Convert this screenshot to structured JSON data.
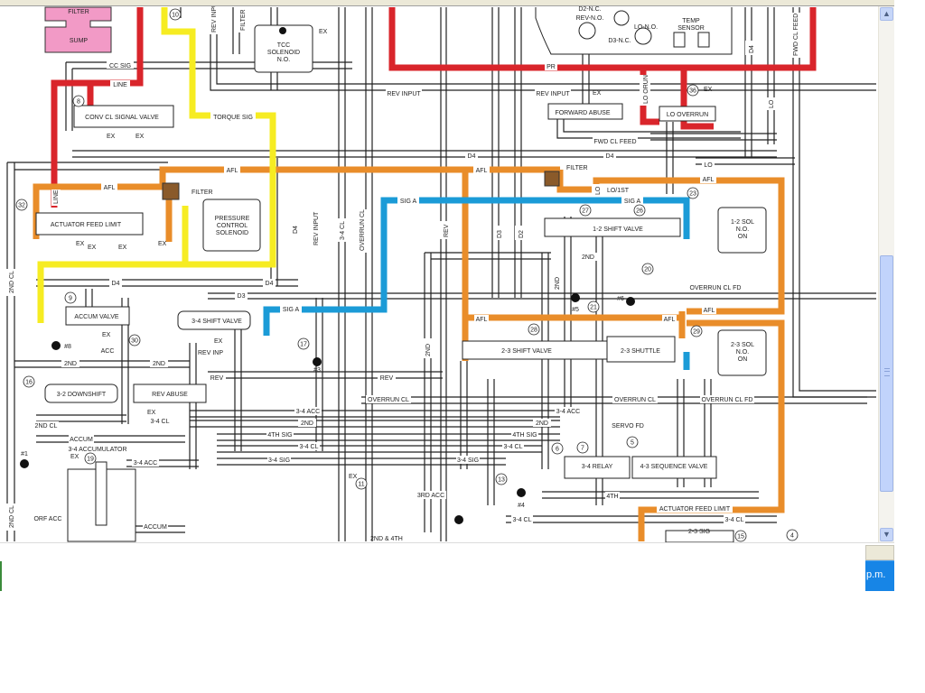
{
  "diagram": {
    "title": "Transmission hydraulic circuit schematic",
    "colors": {
      "line_pressure": "#d9252b",
      "afl": "#e98d2a",
      "torque_sig": "#f6ec22",
      "sig_a": "#1b9bd7",
      "sump": "#f29ac6",
      "passage": "#222222",
      "passage_fill": "#ffffff"
    },
    "components": {
      "filter": "FILTER",
      "sump": "SUMP",
      "tcc_solenoid": [
        "TCC",
        "SOLENOID",
        "N.O."
      ],
      "conv_cl_signal_valve": "CONV CL SIGNAL VALVE",
      "actuator_feed_limit": "ACTUATOR FEED LIMIT",
      "pressure_control_solenoid": [
        "PRESSURE",
        "CONTROL",
        "SOLENOID"
      ],
      "accum_valve": "ACCUM VALVE",
      "shift_valve_34": "3-4 SHIFT VALVE",
      "downshift_32": "3-2 DOWNSHIFT",
      "rev_abuse": "REV ABUSE",
      "accumulator_34": "3-4 ACCUMULATOR",
      "forward_abuse": "FORWARD ABUSE",
      "lo_overrun": "LO OVERRUN",
      "shift_valve_12": "1-2 SHIFT VALVE",
      "sol_12": [
        "1-2 SOL",
        "N.O.",
        "ON"
      ],
      "shift_valve_23": "2-3 SHIFT VALVE",
      "shuttle_23": "2-3 SHUTTLE",
      "sol_23": [
        "2-3 SOL",
        "N.O.",
        "ON"
      ],
      "relay_34": "3-4 RELAY",
      "sequence_valve_43": "4-3 SEQUENCE VALVE",
      "temp_sensor": [
        "TEMP",
        "SENSOR"
      ],
      "pressure_switches": [
        "D2-N.C.",
        "REV-N.O.",
        "D3-N.C.",
        "LO-N.O."
      ],
      "actuator_feed_limit_line": "ACTUATOR FEED LIMIT",
      "second_fourth": "2ND & 4TH"
    },
    "passage_labels": {
      "cc_sig": "CC SIG",
      "line": "LINE",
      "torque_sig": "TORQUE SIG",
      "afl": "AFL",
      "rev_input": "REV INPUT",
      "rev_inp": "REV INP",
      "rev": "REV",
      "pr": "PR",
      "lo_orun": "LO ORUN",
      "fwd_cl_feed": "FWD CL FEED",
      "d4": "D4",
      "d3": "D3",
      "d2": "D2",
      "lo": "LO",
      "lo_1st": "LO/1ST",
      "sig_a": "SIG A",
      "second": "2ND",
      "second_cl": "2ND CL",
      "overrun_cl": "OVERRUN CL",
      "overrun_cl_fd": "OVERRUN CL FD",
      "acc": "ACC",
      "acc_34": "3-4 ACC",
      "cl_34": "3-4 CL",
      "sig_34": "3-4 SIG",
      "fourth_sig": "4TH SIG",
      "fourth": "4TH",
      "servo_fd": "SERVO FD",
      "accum": "ACCUM",
      "orf_acc": "ORF ACC",
      "third_acc": "3RD ACC",
      "sig_23": "2-3 SIG",
      "ex": "EX",
      "filter": "FILTER"
    },
    "checkballs": [
      "#1",
      "#3",
      "#4",
      "#5",
      "#6",
      "#8"
    ],
    "circled_numbers": [
      "4",
      "5",
      "6",
      "7",
      "8",
      "9",
      "10",
      "11",
      "13",
      "15",
      "16",
      "17",
      "19",
      "20",
      "21",
      "23",
      "26",
      "27",
      "28",
      "29",
      "30",
      "32",
      "36"
    ]
  },
  "window": {
    "scrollbar": {
      "up_icon": "▲",
      "down_icon": "▼",
      "position_fraction": 0.47
    },
    "taskbar_clock_text": "p.m."
  }
}
